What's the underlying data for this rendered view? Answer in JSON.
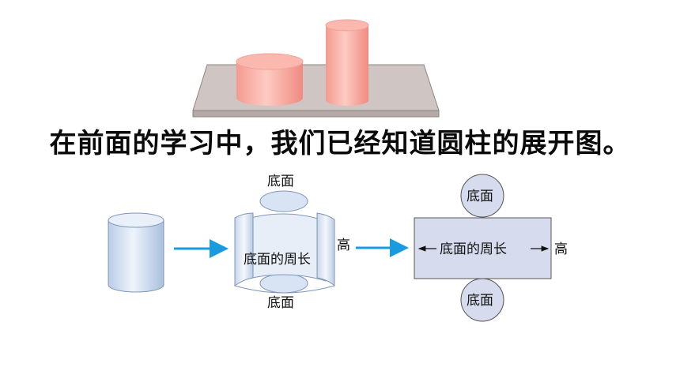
{
  "sentence": "在前面的学习中，我们已经知道圆柱的展开图。",
  "labels": {
    "base_top": "底面",
    "base_bottom": "底面",
    "circumference_middle": "底面的周长",
    "height_middle": "高",
    "circumference_right": "底面的周长",
    "height_right": "高",
    "circle_top": "底面",
    "circle_bottom": "底面"
  },
  "colors": {
    "arrow": "#1a9be0",
    "cylinder_pink": "#f7a8a0",
    "tray": "#cfc5c3",
    "light_blue": "#d8e3f3",
    "net_fill": "#d6dbee"
  }
}
